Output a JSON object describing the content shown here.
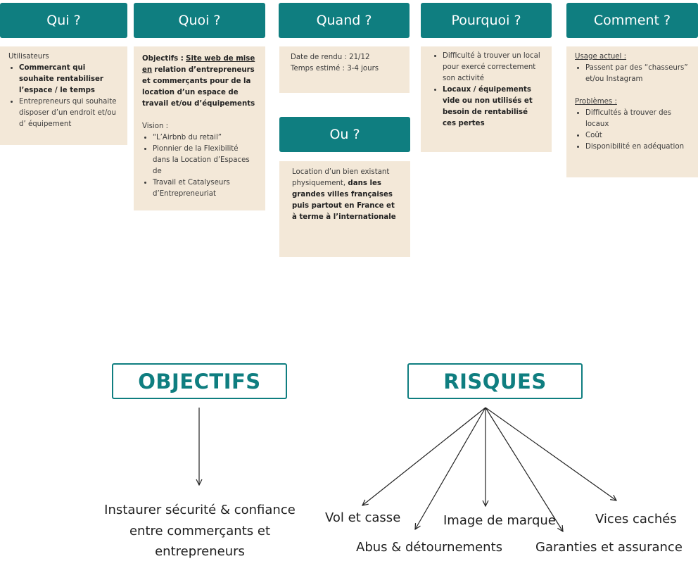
{
  "columns": {
    "qui": {
      "header": "Qui ?",
      "label": "Utilisateurs",
      "items": [
        "Commercant qui souhaite rentabiliser l’espace / le temps",
        "Entrepreneurs qui souhaite disposer d’un endroit et/ou d’ équipement"
      ]
    },
    "quoi": {
      "header": "Quoi ?",
      "objectifs_label": "Objectifs :",
      "objectifs_link": "Site web de mise en",
      "objectifs_rest": "relation d’entrepreneurs et commerçants pour de la location d’un espace de travail et/ou d’équipements",
      "vision_label": "Vision :",
      "vision_items": [
        "“L’Airbnb du retail”",
        "Pionnier de la Flexibilité dans la Location d’Espaces de",
        "Travail et Catalyseurs d’Entrepreneuriat"
      ]
    },
    "quand": {
      "header": "Quand ?",
      "line1": "Date de rendu : 21/12",
      "line2": "Temps estimé : 3-4 jours"
    },
    "ou": {
      "header": "Ou ?",
      "text_plain": "Location d’un bien existant physiquement,",
      "text_bold": "dans les grandes villes françaises puis partout en France et à terme à l’internationale"
    },
    "pourquoi": {
      "header": "Pourquoi ?",
      "item1": "Difficulté à trouver un local pour exercé correctement son activité",
      "item2": "Locaux / équipements vide ou non utilisés et besoin de rentabilisé ces pertes"
    },
    "comment": {
      "header": "Comment ?",
      "usage_label": "Usage actuel :",
      "usage_items": [
        "Passent par des “chasseurs” et/ou Instagram"
      ],
      "problemes_label": "Problèmes :",
      "problemes_items": [
        "Difficultés à trouver des locaux",
        "Coût",
        "Disponibilité en adéquation"
      ]
    }
  },
  "objectifs": {
    "title": "OBJECTIFS",
    "text_lines": [
      "Instaurer sécurité & confiance",
      "entre commerçants et",
      "entrepreneurs"
    ]
  },
  "risques": {
    "title": "RISQUES",
    "items": [
      "Vol et casse",
      "Abus & détournements",
      "Image de marque",
      "Garanties et assurance",
      "Vices cachés"
    ]
  },
  "colors": {
    "accent": "#0f7e80",
    "note": "#f3e8d8"
  }
}
